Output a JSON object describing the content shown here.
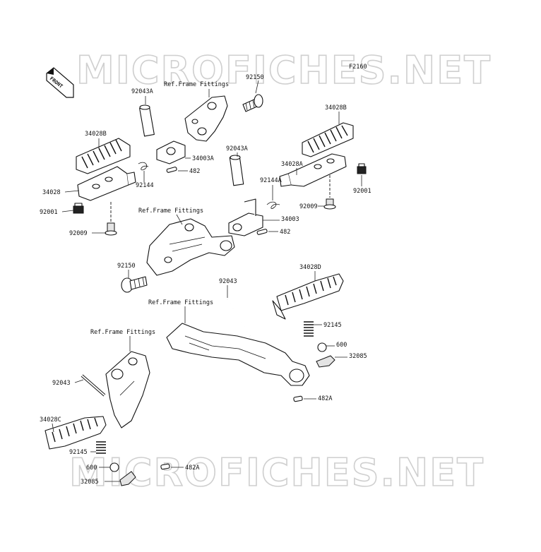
{
  "diagram": {
    "watermark_text": "MICROFICHES.NET",
    "figure_code": "F2160",
    "direction_tag": "FRONT",
    "labels": {
      "l92150_top": "92150",
      "l92043A_top": "92043A",
      "refframe_top": "Ref.Frame Fittings",
      "l34028B_left": "34028B",
      "l34003A": "34003A",
      "l482_top": "482",
      "l92144": "92144",
      "l34028": "34028",
      "l92001_left": "92001",
      "l92009_left": "92009",
      "l34028B_right": "34028B",
      "l34028A": "34028A",
      "l92001_right": "92001",
      "l92043A_mid": "92043A",
      "l92144A": "92144A",
      "refframe_mid": "Ref.Frame Fittings",
      "l92009_right": "92009",
      "l34003": "34003",
      "l482_mid": "482",
      "l92150_mid": "92150",
      "l34028D": "34028D",
      "l92043_mid": "92043",
      "refframe_rear_right": "Ref.Frame Fittings",
      "l92145_right": "92145",
      "l600_right": "600",
      "l32085_right": "32085",
      "refframe_rear_left": "Ref.Frame Fittings",
      "l92043_left": "92043",
      "l482A_right": "482A",
      "l34028C": "34028C",
      "l92145_left": "92145",
      "l600_left": "600",
      "l482A_left": "482A",
      "l32085_left": "32085"
    }
  }
}
